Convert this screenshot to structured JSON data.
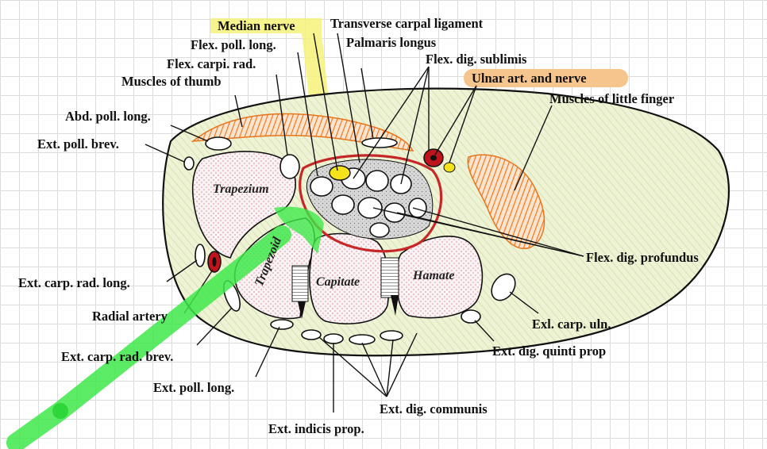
{
  "labels": {
    "median_nerve": "Median nerve",
    "transverse_carpal_ligament": "Transverse carpal ligament",
    "flex_poll_long": "Flex. poll. long.",
    "palmaris_longus": "Palmaris longus",
    "flex_carpi_rad": "Flex. carpi. rad.",
    "flex_dig_sublimis": "Flex. dig. sublimis",
    "muscles_of_thumb": "Muscles of thumb",
    "ulnar_art_nerve": "Ulnar art. and nerve",
    "muscles_little_finger": "Muscles of little finger",
    "abd_poll_long": "Abd. poll. long.",
    "ext_poll_brev": "Ext. poll. brev.",
    "flex_dig_profundus": "Flex. dig. profundus",
    "ext_carp_rad_long": "Ext. carp. rad. long.",
    "radial_artery": "Radial artery",
    "ext_carp_rad_brev": "Ext. carp. rad. brev.",
    "ext_poll_long": "Ext. poll. long.",
    "exl_carp_uln": "Exl. carp. uln.",
    "ext_dig_quinti_prop": "Ext. dig. quinti prop",
    "ext_dig_communis": "Ext. dig. communis",
    "ext_indicis_prop": "Ext. indicis prop."
  },
  "bones": {
    "trapezium": "Trapezium",
    "trapezoid": "Trapezoid",
    "capitate": "Capitate",
    "hamate": "Hamate"
  },
  "colors": {
    "median_highlight": "#f6f27a",
    "ulnar_highlight": "#f6c58e",
    "carpal_tunnel_outline": "#c62828",
    "muscle_orange": "#e8741c",
    "green_arrow": "#3ee84a",
    "wrist_fill": "#eef3d6",
    "bone_dots": "#e8a8b8",
    "nerve_yellow": "#f5e21a",
    "artery_red": "#c0141c"
  }
}
